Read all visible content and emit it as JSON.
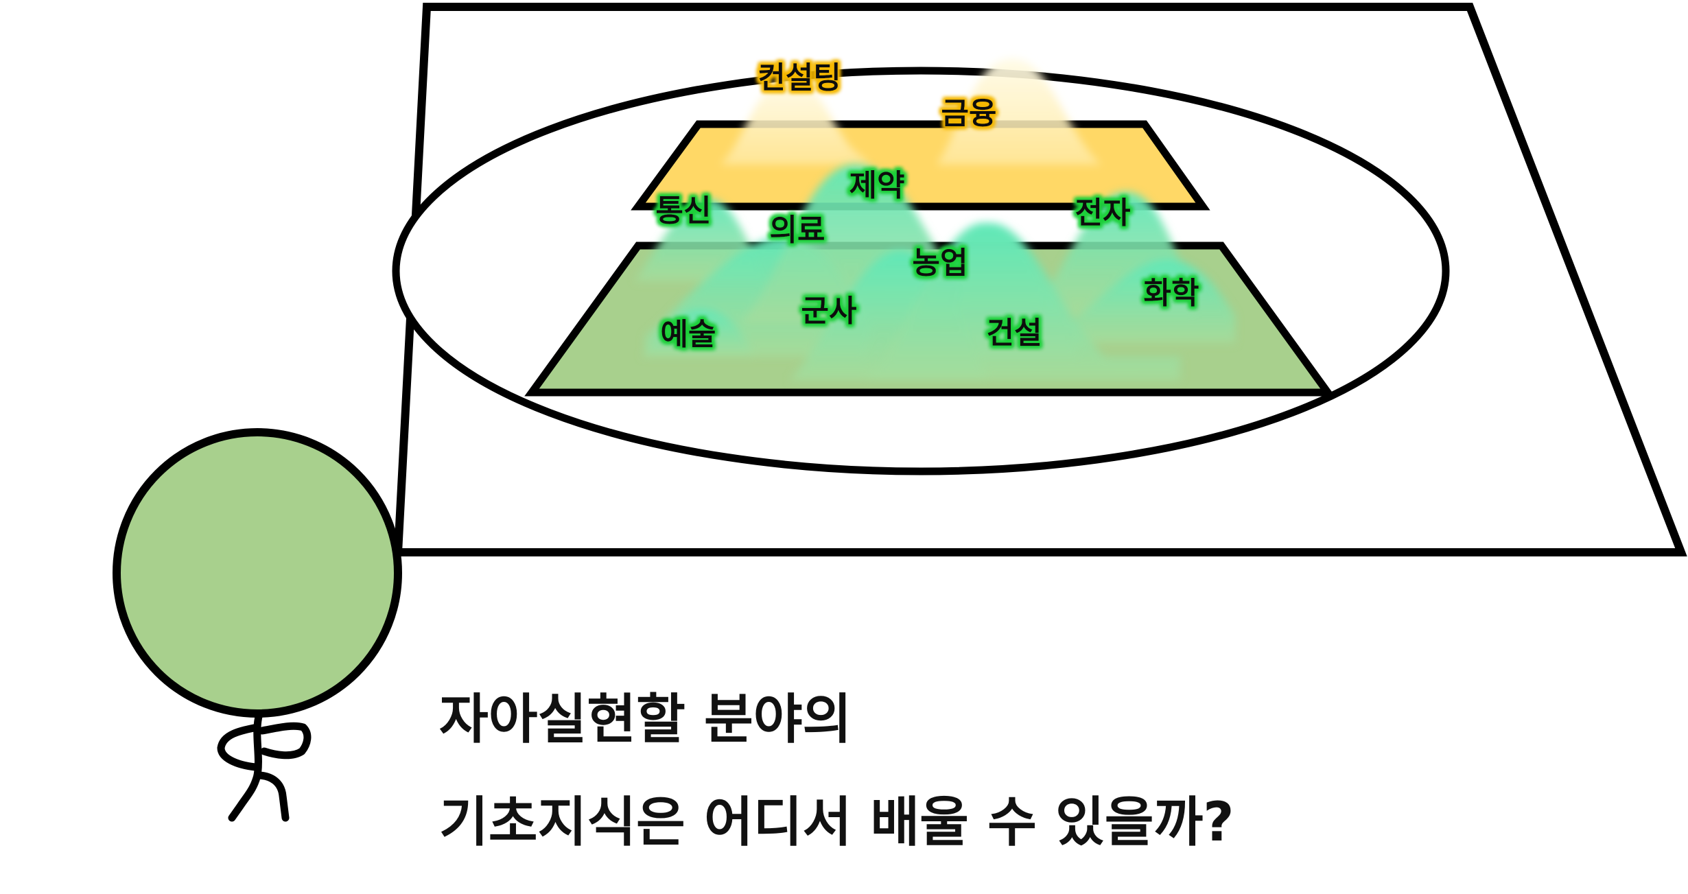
{
  "colors": {
    "outline": "#000000",
    "head_fill": "#a8d08d",
    "upper_plate": "#ffd866",
    "lower_plate": "#a8d08d",
    "yellow_mountain": "#fff0b8",
    "green_mountain": "#6fe3b4",
    "yellow_glow": "#f5b800",
    "green_glow": "#1fcf3a"
  },
  "icons": [
    "stick-figure-head",
    "stick-figure-legs"
  ],
  "upper_layer": {
    "fields": [
      "컨설팅",
      "금융"
    ]
  },
  "lower_layer": {
    "fields": [
      "통신",
      "제약",
      "의료",
      "전자",
      "농업",
      "화학",
      "군사",
      "예술",
      "건설"
    ]
  },
  "caption": {
    "line1": "자아실현할 분야의",
    "line2": "기초지식은 어디서 배울 수 있을까?"
  }
}
